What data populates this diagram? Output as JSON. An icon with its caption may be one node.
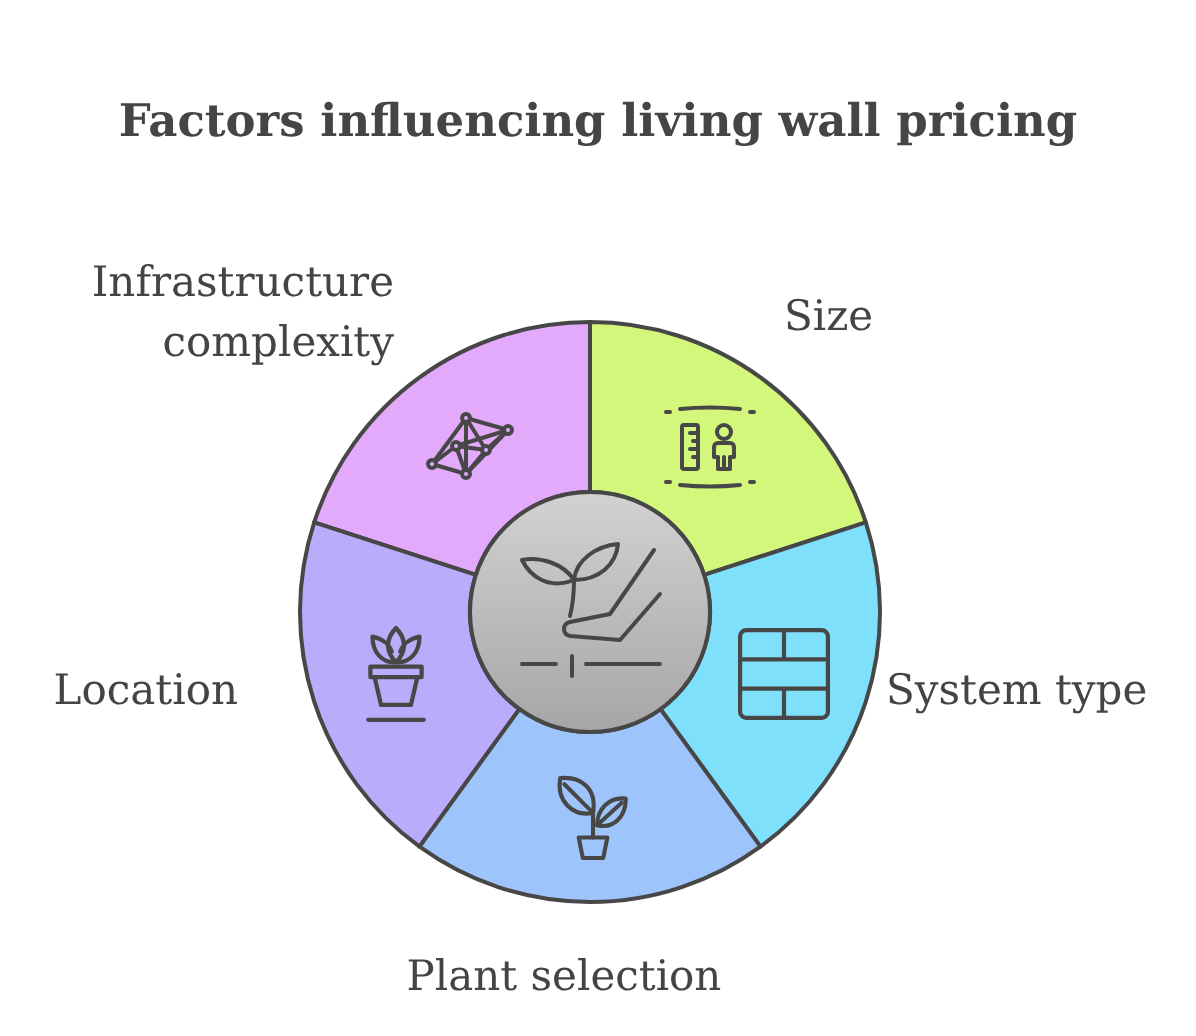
{
  "diagram": {
    "title": "Factors influencing living wall pricing",
    "nodes": [
      {
        "text": [
          "Infrastructure complexity"
        ]
      },
      {
        "text": [
          "Size"
        ]
      },
      {
        "text": [],
        "shape": "circle"
      },
      {
        "text": [
          "Location"
        ]
      },
      {
        "text": [
          "System type"
        ]
      },
      {
        "text": [
          "Plant selection"
        ]
      }
    ]
  }
}
